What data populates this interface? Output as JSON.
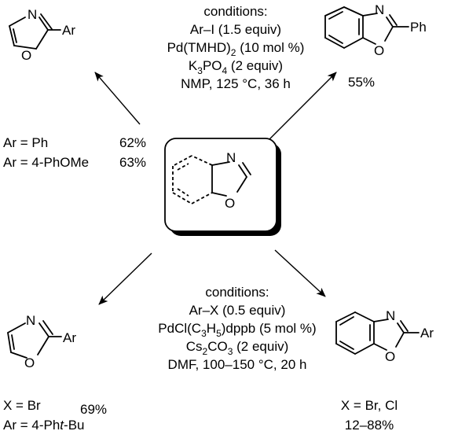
{
  "top_conditions": {
    "line1": "conditions:",
    "line2": "Ar–I (1.5 equiv)",
    "line3_pre": "Pd(TMHD)",
    "line3_sub": "2",
    "line3_post": " (10 mol %)",
    "line4_pre": "K",
    "line4_sub1": "3",
    "line4_mid": "PO",
    "line4_sub2": "4",
    "line4_post": " (2 equiv)",
    "line5": "NMP, 125 °C, 36 h"
  },
  "top_left": {
    "atoms": {
      "n": "N",
      "o": "O",
      "ar": "Ar"
    },
    "result1_label": "Ar = Ph",
    "result1_yield": "62%",
    "result2_label": "Ar = 4-PhOMe",
    "result2_yield": "63%"
  },
  "top_right": {
    "atoms": {
      "n": "N",
      "o": "O",
      "ph": "Ph"
    },
    "yield": "55%"
  },
  "center": {
    "atoms": {
      "n": "N",
      "o": "O"
    }
  },
  "bottom_conditions": {
    "line1": "conditions:",
    "line2": "Ar–X (0.5 equiv)",
    "line3_pre": "PdCl(C",
    "line3_sub1": "3",
    "line3_mid": "H",
    "line3_sub2": "5",
    "line3_post": ")dppb (5 mol %)",
    "line4_pre": "Cs",
    "line4_sub1": "2",
    "line4_mid": "CO",
    "line4_sub2": "3",
    "line4_post": " (2 equiv)",
    "line5": "DMF, 100–150 °C, 20 h"
  },
  "bottom_left": {
    "atoms": {
      "n": "N",
      "o": "O",
      "ar": "Ar"
    },
    "x_label": "X = Br",
    "yield": "69%",
    "ar_label_pre": "Ar = 4-Ph",
    "ar_label_italic": "t",
    "ar_label_post": "-Bu"
  },
  "bottom_right": {
    "atoms": {
      "n": "N",
      "o": "O",
      "ar": "Ar"
    },
    "x_label": "X = Br, Cl",
    "yield": "12–88%"
  }
}
